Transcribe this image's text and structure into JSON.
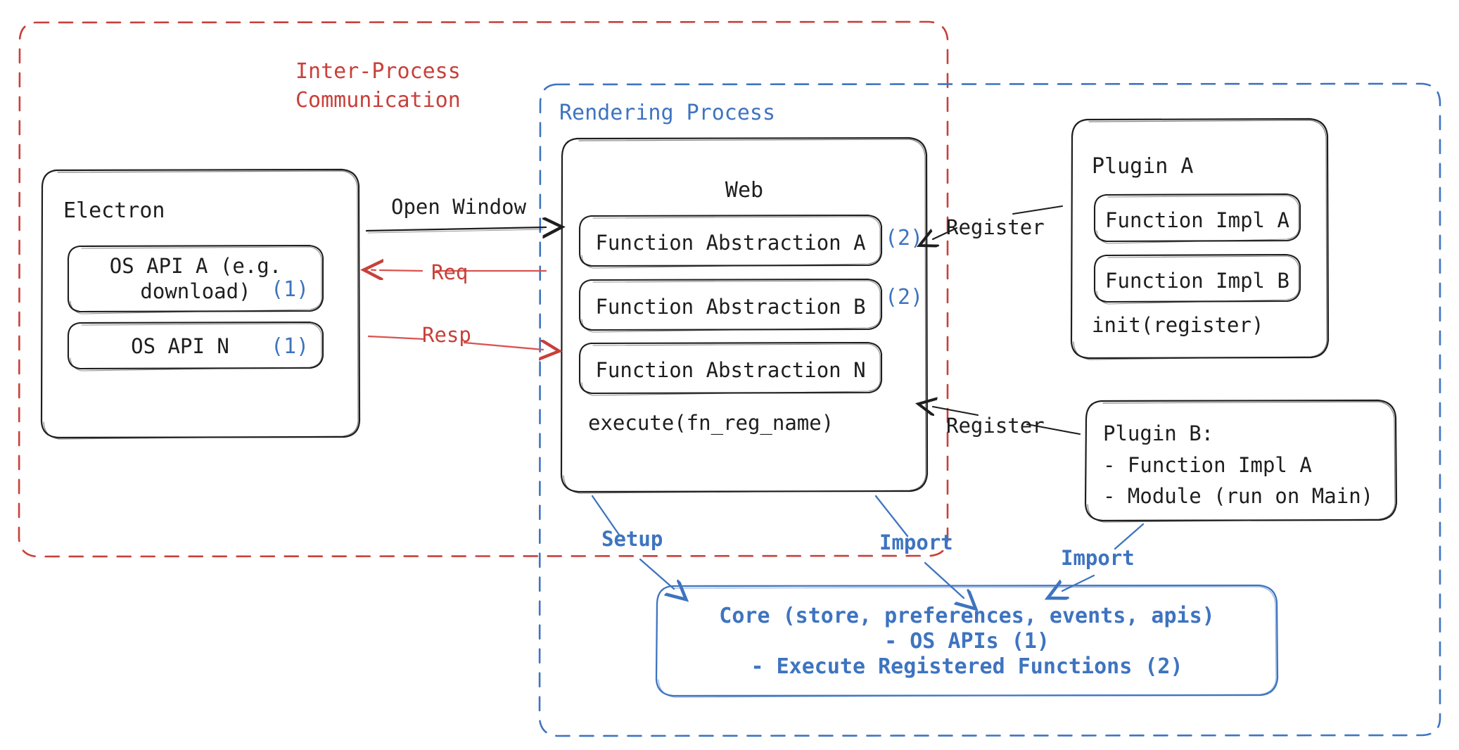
{
  "diagram": {
    "title": "Electron plugin architecture",
    "colors": {
      "ipc_red": "#c8403a",
      "render_blue": "#3e74c0",
      "stroke_black": "#1e1e1e",
      "background": "#ffffff"
    }
  },
  "groups": {
    "ipc": {
      "label": "Inter-Process\nCommunication",
      "color": "#c8403a",
      "style": "dashed"
    },
    "rendering": {
      "label": "Rendering Process",
      "color": "#3e74c0",
      "style": "dashed"
    }
  },
  "electron": {
    "title": "Electron",
    "items": [
      {
        "label": "OS API A (e.g.\ndownload)",
        "note": "(1)"
      },
      {
        "label": "OS API N",
        "note": "(1)"
      }
    ]
  },
  "web": {
    "title": "Web",
    "items": [
      {
        "label": "Function Abstraction A",
        "note": "(2)"
      },
      {
        "label": "Function Abstraction B",
        "note": "(2)"
      },
      {
        "label": "Function Abstraction N",
        "note": ""
      }
    ],
    "footer": "execute(fn_reg_name)"
  },
  "plugin_a": {
    "title": "Plugin A",
    "items": [
      {
        "label": "Function Impl A"
      },
      {
        "label": "Function Impl B"
      }
    ],
    "footer": "init(register)"
  },
  "plugin_b": {
    "lines": [
      "Plugin B:",
      "- Function Impl A",
      "- Module (run on Main)"
    ]
  },
  "core": {
    "lines": [
      "Core (store, preferences, events, apis)",
      "- OS APIs (1)",
      "- Execute Registered Functions (2)"
    ],
    "color": "#3e74c0"
  },
  "arrows": [
    {
      "id": "open-window",
      "label": "Open Window",
      "color": "#1e1e1e",
      "from": "electron",
      "to": "web"
    },
    {
      "id": "req",
      "label": "Req",
      "color": "#c8403a",
      "from": "web",
      "to": "electron"
    },
    {
      "id": "resp",
      "label": "Resp",
      "color": "#c8403a",
      "from": "electron",
      "to": "web"
    },
    {
      "id": "register-a",
      "label": "Register",
      "color": "#1e1e1e",
      "from": "plugin-a",
      "to": "web"
    },
    {
      "id": "register-b",
      "label": "Register",
      "color": "#1e1e1e",
      "from": "plugin-b",
      "to": "web"
    },
    {
      "id": "setup",
      "label": "Setup",
      "color": "#3e74c0",
      "from": "web",
      "to": "core"
    },
    {
      "id": "import-web",
      "label": "Import",
      "color": "#3e74c0",
      "from": "web",
      "to": "core"
    },
    {
      "id": "import-plugin-b",
      "label": "Import",
      "color": "#3e74c0",
      "from": "plugin-b",
      "to": "core"
    }
  ]
}
